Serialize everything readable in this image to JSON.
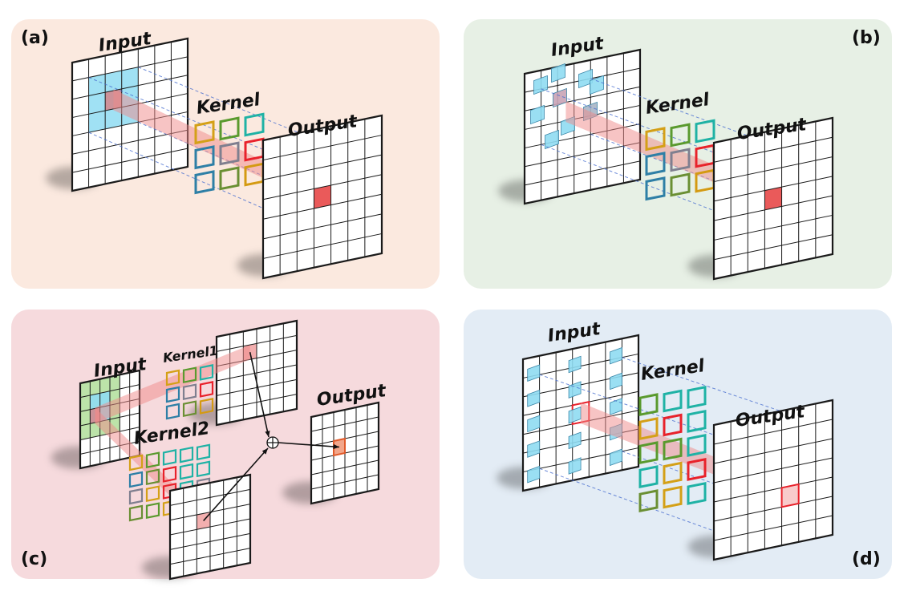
{
  "colors": {
    "panel_a": "#fbe9df",
    "panel_b": "#e7f0e5",
    "panel_c": "#f6dadd",
    "panel_d": "#e3ecf5",
    "grid_stroke": "#1a1a1a",
    "input_cell": "#8fdcf2",
    "output_cell": "#ea5a5a",
    "beam": "#f08a8a",
    "guide": "#4a6fd0",
    "green_region": "#b5e0a0",
    "kernel_palette": [
      "#d4a017",
      "#5a9a2e",
      "#1fb2a5",
      "#2e7fa6",
      "#7f7f8f",
      "#e8222b",
      "#6a8f33",
      "#d49a12"
    ]
  },
  "panels": {
    "a": {
      "tag": "(a)",
      "input_label": "Input",
      "kernel_label": "Kernel",
      "output_label": "Output"
    },
    "b": {
      "tag": "(b)",
      "input_label": "Input",
      "kernel_label": "Kernel",
      "output_label": "Output"
    },
    "c": {
      "tag": "(c)",
      "input_label": "Input",
      "kernel1_label": "Kernel1",
      "kernel2_label": "Kernel2",
      "output_label": "Output",
      "sum_symbol": "⊕"
    },
    "d": {
      "tag": "(d)",
      "input_label": "Input",
      "kernel_label": "Kernel",
      "output_label": "Output"
    }
  }
}
